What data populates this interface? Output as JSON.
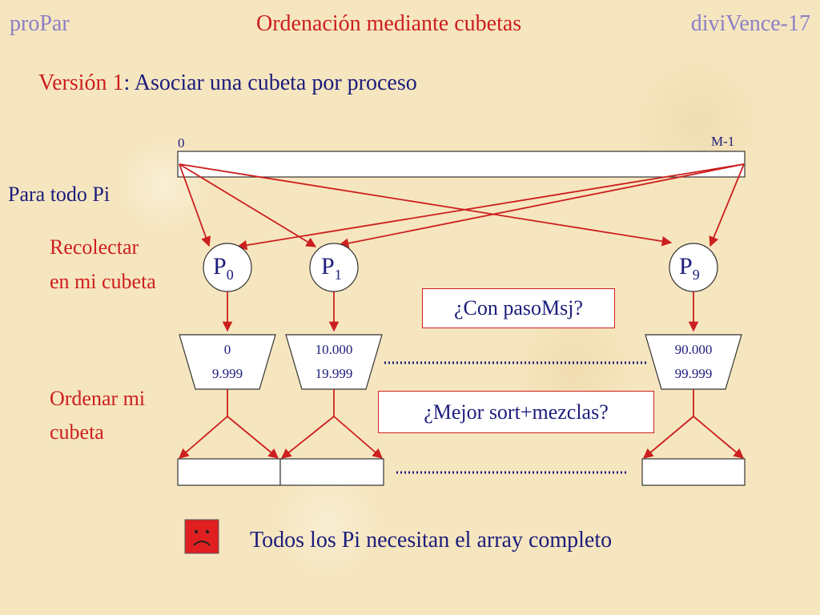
{
  "header": {
    "left": "proPar",
    "center": "Ordenación mediante cubetas",
    "right": "diviVence-17"
  },
  "subtitle": {
    "prefix": "Versión 1",
    "separator": ":",
    "text": " Asociar una cubeta por proceso"
  },
  "array": {
    "start_label": "0",
    "end_label": "M-1"
  },
  "labels": {
    "para_todo": "Para todo Pi",
    "recolectar_line1": "Recolectar",
    "recolectar_line2": "en mi cubeta",
    "ordenar_line1": "Ordenar mi",
    "ordenar_line2": "cubeta"
  },
  "processes": [
    {
      "base": "P",
      "sub": "0"
    },
    {
      "base": "P",
      "sub": "1"
    },
    {
      "base": "P",
      "sub": "9"
    }
  ],
  "buckets": [
    {
      "low": "0",
      "high": "9.999"
    },
    {
      "low": "10.000",
      "high": "19.999"
    },
    {
      "low": "90.000",
      "high": "99.999"
    }
  ],
  "callouts": {
    "paso_msj": "¿Con pasoMsj?",
    "mejor_sort": "¿Mejor sort+mezclas?"
  },
  "footer": {
    "text": "Todos los Pi necesitan el array completo"
  },
  "colors": {
    "red": "#cc1f1f",
    "navy": "#1c1c7c",
    "lavender": "#8b7fc6",
    "face": "#e02020",
    "background": "#f6e6bf"
  },
  "icons": {
    "face": "sad-face-icon"
  }
}
